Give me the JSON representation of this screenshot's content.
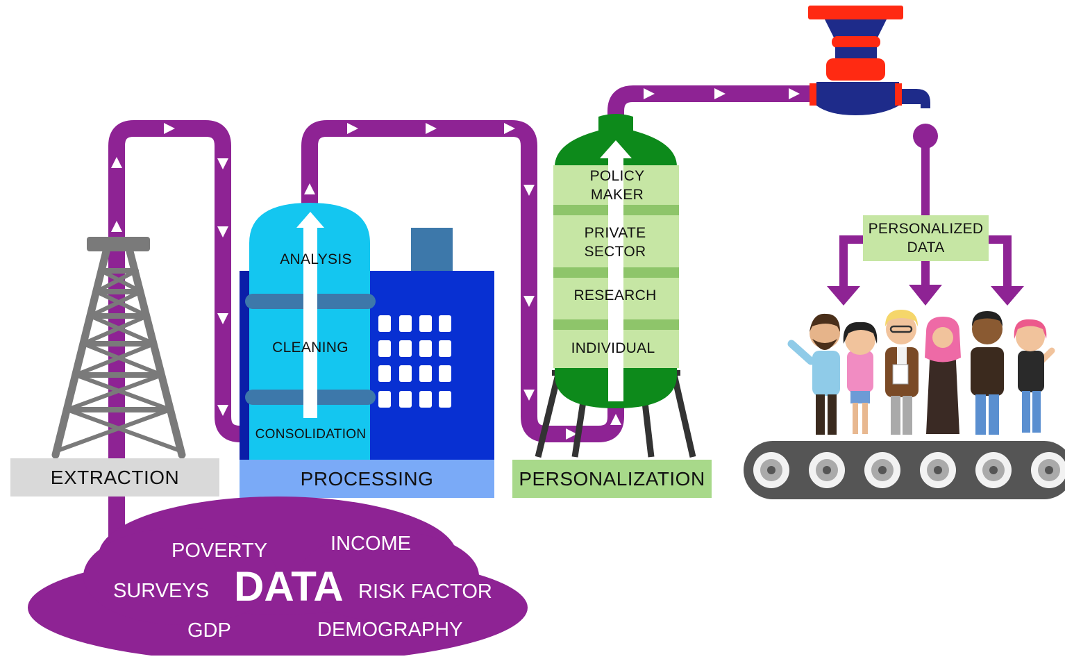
{
  "stages": {
    "extraction": "EXTRACTION",
    "processing": "PROCESSING",
    "personalization": "PERSONALIZATION"
  },
  "processing_steps": {
    "analysis": "ANALYSIS",
    "cleaning": "CLEANING",
    "consolidation": "CONSOLIDATION"
  },
  "personalization_steps": {
    "policy_maker": "POLICY\nMAKER",
    "private_sector": "PRIVATE\nSECTOR",
    "research": "RESEARCH",
    "individual": "INDIVIDUAL"
  },
  "output_label": "PERSONALIZED\nDATA",
  "data_cloud": {
    "center": "DATA",
    "words": {
      "poverty": "POVERTY",
      "income": "INCOME",
      "surveys": "SURVEYS",
      "risk_factor": "RISK FACTOR",
      "gdp": "GDP",
      "demography": "DEMOGRAPHY"
    }
  },
  "colors": {
    "pipe": "#8e2394",
    "cloud": "#8e2394",
    "derrick": "#7a7a7a",
    "extraction_bg": "#d9d9d9",
    "processing_bg": "#7aaaf7",
    "personalization_bg": "#a8d98a",
    "tank_cyan": "#14c6f0",
    "building_blue": "#0830d2",
    "green_tank": "#0d8a1b",
    "tank_band": "#c6e6a4",
    "faucet_red": "#ff2a12",
    "faucet_navy": "#1e2b8a",
    "conveyor": "#555555"
  }
}
